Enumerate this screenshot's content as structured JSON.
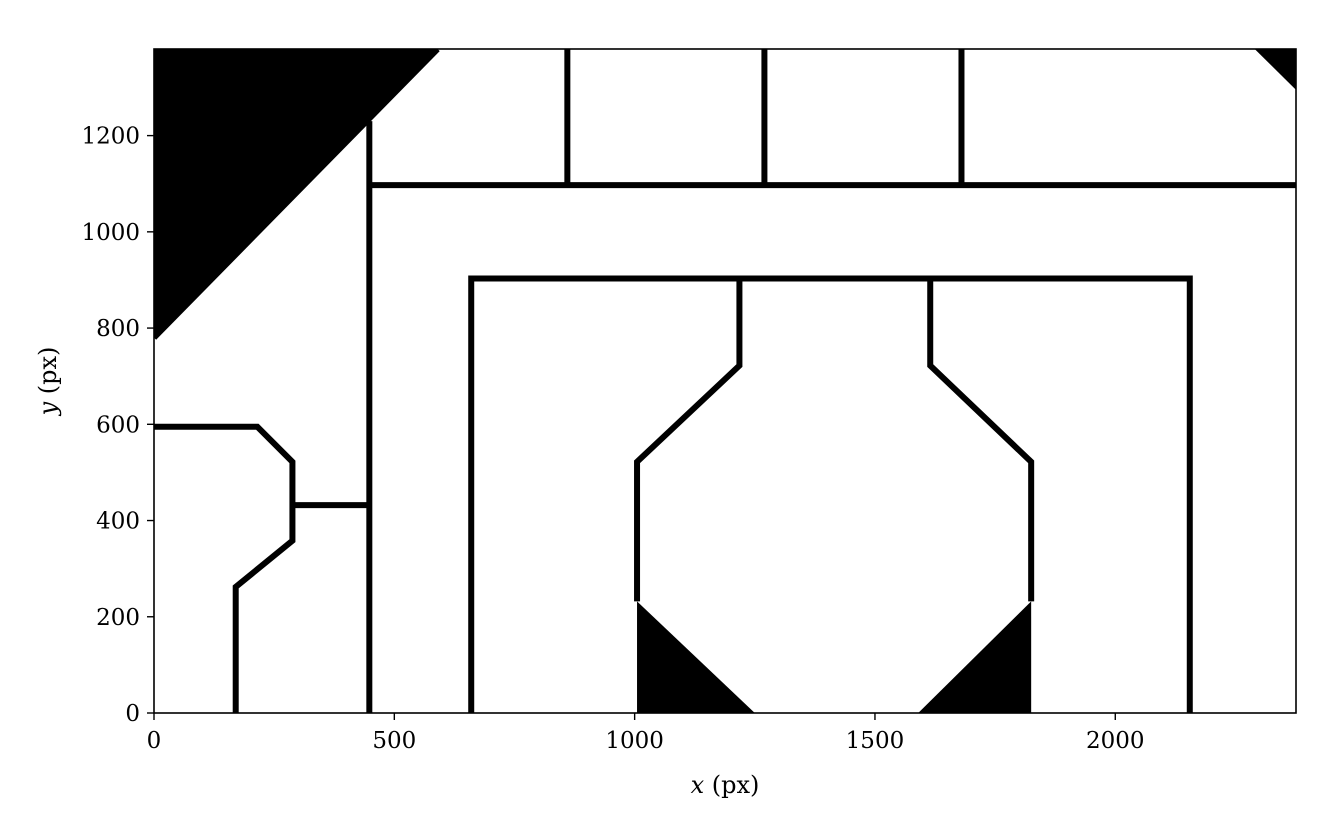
{
  "chart_data": {
    "type": "image",
    "title": "",
    "xlabel_var": "x",
    "xlabel_unit": " (px)",
    "ylabel_var": "y",
    "ylabel_unit": " (px)",
    "xlim": [
      0,
      2376
    ],
    "ylim": [
      0,
      1380
    ],
    "xticks": [
      0,
      500,
      1000,
      1500,
      2000
    ],
    "yticks": [
      0,
      200,
      400,
      600,
      800,
      1000,
      1200
    ],
    "grid": false,
    "colors": {
      "background": "#ffffff",
      "foreground": "#000000"
    },
    "filled_regions": [
      {
        "name": "top-left-black-triangle",
        "points": [
          [
            0,
            1380
          ],
          [
            590,
            1380
          ],
          [
            0,
            780
          ]
        ]
      },
      {
        "name": "top-right-black-corner",
        "points": [
          [
            2290,
            1380
          ],
          [
            2376,
            1380
          ],
          [
            2376,
            1295
          ]
        ]
      },
      {
        "name": "bottom-left-octagon-black-corner",
        "points": [
          [
            1005,
            0
          ],
          [
            1005,
            232
          ],
          [
            1250,
            0
          ]
        ]
      },
      {
        "name": "bottom-right-octagon-black-corner",
        "points": [
          [
            1590,
            0
          ],
          [
            1825,
            0
          ],
          [
            1825,
            232
          ]
        ]
      }
    ],
    "walls": [
      {
        "name": "top-left-diagonal-edge",
        "points": [
          [
            0,
            780
          ],
          [
            590,
            1380
          ]
        ]
      },
      {
        "name": "left-room-top-edge",
        "points": [
          [
            0,
            595
          ],
          [
            215,
            595
          ],
          [
            288,
            522
          ],
          [
            288,
            358
          ],
          [
            170,
            262
          ],
          [
            170,
            0
          ]
        ]
      },
      {
        "name": "left-room-connector",
        "points": [
          [
            288,
            432
          ],
          [
            448,
            432
          ]
        ]
      },
      {
        "name": "vertical-divider-450",
        "points": [
          [
            448,
            0
          ],
          [
            448,
            1230
          ]
        ]
      },
      {
        "name": "horizontal-corridor-top",
        "points": [
          [
            448,
            1097
          ],
          [
            2376,
            1097
          ]
        ]
      },
      {
        "name": "top-partition-1",
        "points": [
          [
            860,
            1097
          ],
          [
            860,
            1380
          ]
        ]
      },
      {
        "name": "top-partition-2",
        "points": [
          [
            1270,
            1097
          ],
          [
            1270,
            1380
          ]
        ]
      },
      {
        "name": "top-partition-3",
        "points": [
          [
            1680,
            1097
          ],
          [
            1680,
            1380
          ]
        ]
      },
      {
        "name": "inner-box-outline",
        "points": [
          [
            660,
            0
          ],
          [
            660,
            903
          ],
          [
            2155,
            903
          ],
          [
            2155,
            0
          ]
        ]
      },
      {
        "name": "octagon-left-outline",
        "points": [
          [
            1218,
            903
          ],
          [
            1218,
            722
          ],
          [
            1005,
            522
          ],
          [
            1005,
            232
          ]
        ]
      },
      {
        "name": "octagon-right-outline",
        "points": [
          [
            1615,
            903
          ],
          [
            1615,
            722
          ],
          [
            1825,
            522
          ],
          [
            1825,
            232
          ]
        ]
      }
    ]
  }
}
